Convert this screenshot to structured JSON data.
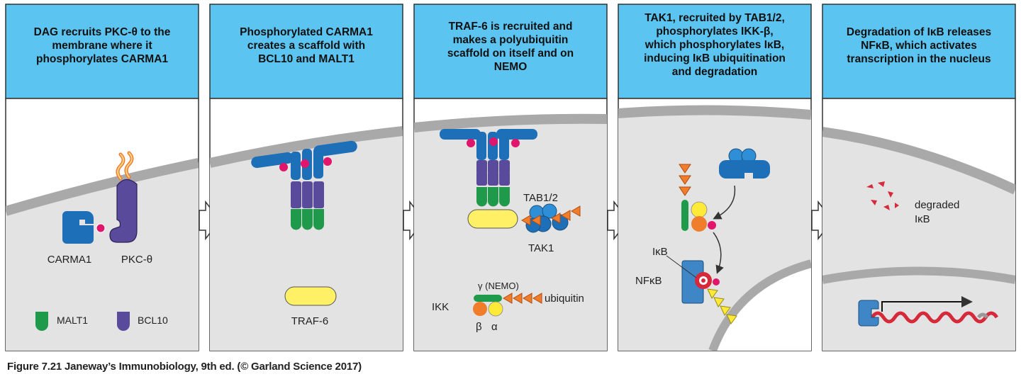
{
  "panels": [
    {
      "header": [
        "DAG recruits PKC-θ to the",
        "membrane where it",
        "phosphorylates CARMA1"
      ]
    },
    {
      "header": [
        "Phosphorylated CARMA1",
        "creates a scaffold with",
        "BCL10 and MALT1"
      ]
    },
    {
      "header": [
        "TRAF-6 is recruited and",
        "makes a polyubiquitin",
        "scaffold on itself and on",
        "NEMO"
      ]
    },
    {
      "header": [
        "TAK1, recruited by TAB1/2,",
        "phosphorylates IKK-β,",
        "which phosphorylates IκB,",
        "inducing IκB ubiquitination",
        "and degradation"
      ]
    },
    {
      "header": [
        "Degradation of IκB releases",
        "NFκB, which activates",
        "transcription in the nucleus"
      ]
    }
  ],
  "labels": {
    "carma1": "CARMA1",
    "pkc": "PKC-θ",
    "malt1": "MALT1",
    "bcl10": "BCL10",
    "traf6": "TRAF-6",
    "tab12": "TAB1/2",
    "tak1": "TAK1",
    "ikk": "IKK",
    "gamma_nemo": "γ (NEMO)",
    "beta": "β",
    "alpha": "α",
    "ubiquitin": "ubiquitin",
    "ikb": "IκB",
    "nfkb": "NFκB",
    "degraded": "degraded",
    "degraded_ikb": "IκB"
  },
  "caption": "Figure 7.21  Janeway’s Immunobiology, 9th ed. (© Garland Science 2017)",
  "colors": {
    "header_bg": "#5bc4f1",
    "cytoplasm": "#e3e3e3",
    "membrane": "#a9a9a9",
    "carma1": "#1d6fb8",
    "pkc": "#5a4a9c",
    "bcl10": "#5a4a9c",
    "malt1": "#1f9a4a",
    "traf6": "#fff066",
    "phospho": "#e0156b",
    "ubiquitin": "#ef7d2b",
    "yellow": "#ffea3a",
    "nfkb": "#3f86c6",
    "degraded": "#d6293a",
    "arrow_fill": "#ffffff"
  }
}
